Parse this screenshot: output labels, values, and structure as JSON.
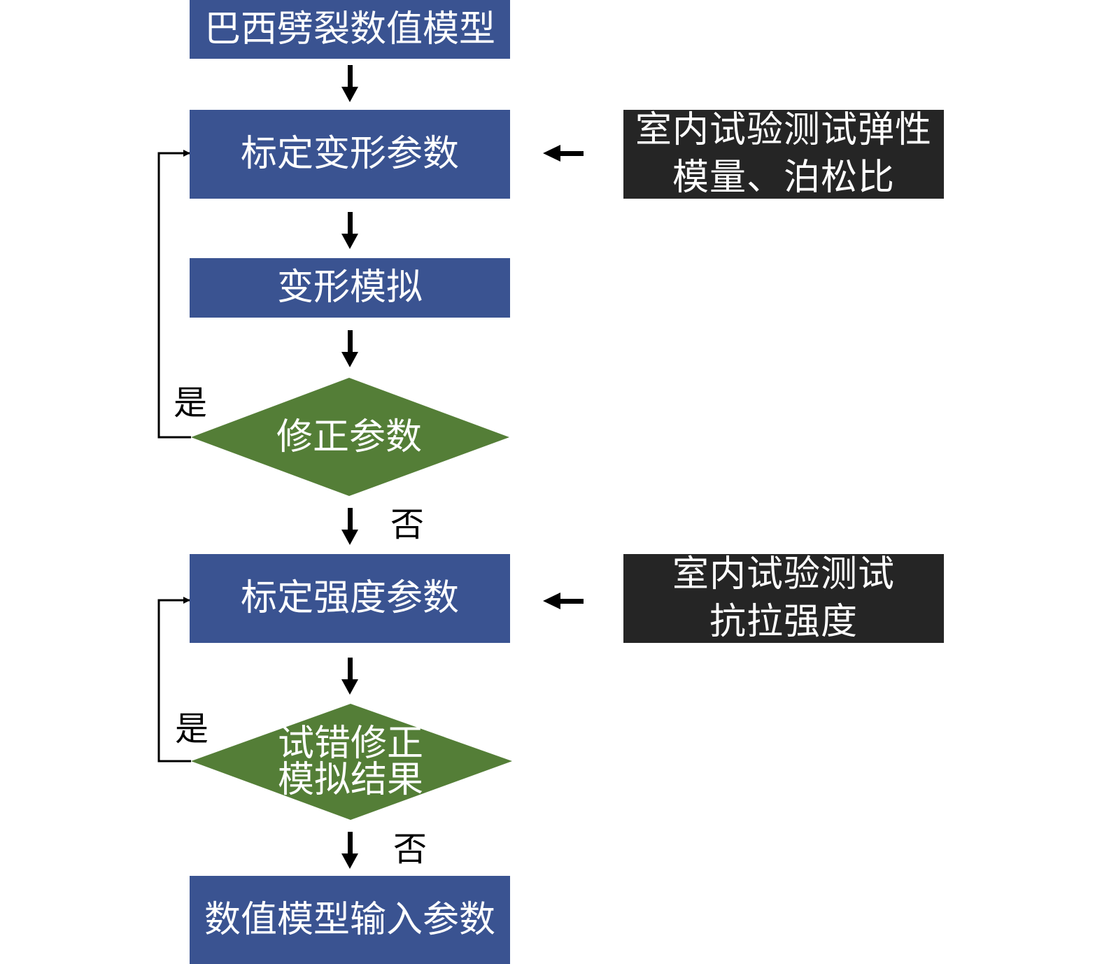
{
  "diagram": {
    "nodes": {
      "model": {
        "label": "巴西劈裂数值模型"
      },
      "calibrate_deform": {
        "label": "标定变形参数"
      },
      "deform_sim": {
        "label": "变形模拟"
      },
      "revise_params": {
        "label": "修正参数"
      },
      "calibrate_strength": {
        "label": "标定强度参数"
      },
      "trial_error": {
        "line1": "试错修正",
        "line2": "模拟结果"
      },
      "input_params": {
        "label": "数值模型输入参数"
      },
      "lab_elastic": {
        "line1": "室内试验测试弹性",
        "line2": "模量、泊松比"
      },
      "lab_tensile": {
        "line1": "室内试验测试",
        "line2": "抗拉强度"
      }
    },
    "branch_labels": {
      "yes_1": "是",
      "no_1": "否",
      "yes_2": "是",
      "no_2": "否"
    },
    "colors": {
      "process_fill": "#3a5391",
      "decision_fill": "#547e37",
      "input_fill": "#252525",
      "text": "#ffffff",
      "arrow": "#000000"
    }
  }
}
